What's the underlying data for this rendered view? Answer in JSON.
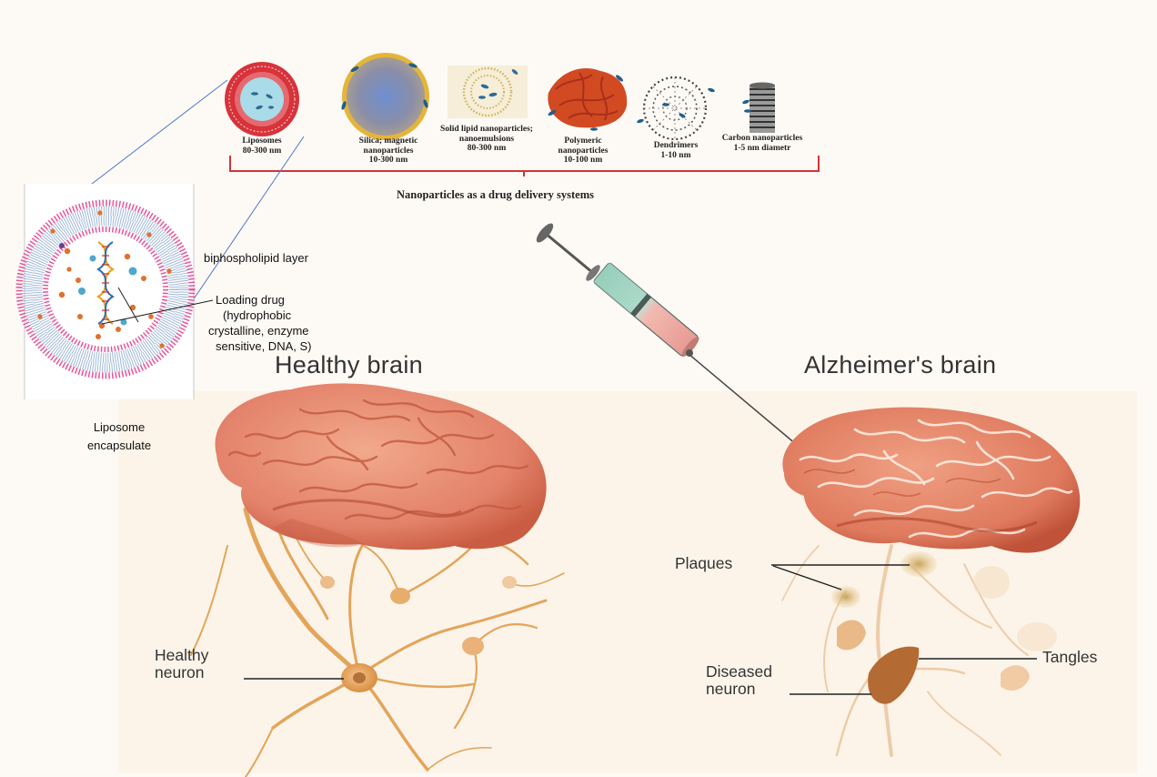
{
  "nanoparticles": [
    {
      "name": "Liposomes",
      "size": "80-300 nm"
    },
    {
      "name": "Silica; magnetic nanoparticles",
      "size": "10-300 nm"
    },
    {
      "name": "Solid lipid nanoparticles; nanoemulsions",
      "size": "80-300 nm"
    },
    {
      "name": "Polymeric nanoparticles",
      "size": "10-100 nm"
    },
    {
      "name": "Dendrimers",
      "size": "1-10 nm"
    },
    {
      "name": "Carbon nanoparticles",
      "size": "1-5 nm diametr"
    }
  ],
  "caption": "Nanoparticles as a drug delivery systems",
  "liposome_inset": {
    "layer_label": "biphospholipid layer",
    "drug_label": "Loading drug (hydrophobic crystalline, enzyme sensitive, DNA, S)",
    "drug_lines": [
      "Loading drug",
      "(hydrophobic",
      "crystalline, enzyme",
      "sensitive, DNA, S)"
    ],
    "caption_lines": [
      "Liposome",
      "encapsulate"
    ]
  },
  "healthy": {
    "title": "Healthy brain",
    "neuron_lines": [
      "Healthy",
      "neuron"
    ]
  },
  "alzheimer": {
    "title": "Alzheimer's brain",
    "plaques": "Plaques",
    "tangles": "Tangles",
    "neuron_lines": [
      "Diseased",
      "neuron"
    ]
  },
  "colors": {
    "brain": "#e8866a",
    "brain_shadow": "#c45a3e",
    "neuron": "#e3a55a",
    "bracket": "#d2343a",
    "membrane_head": "#e7559a",
    "membrane_tail": "#9fb7d6",
    "callout_line": "#4a78c8"
  }
}
